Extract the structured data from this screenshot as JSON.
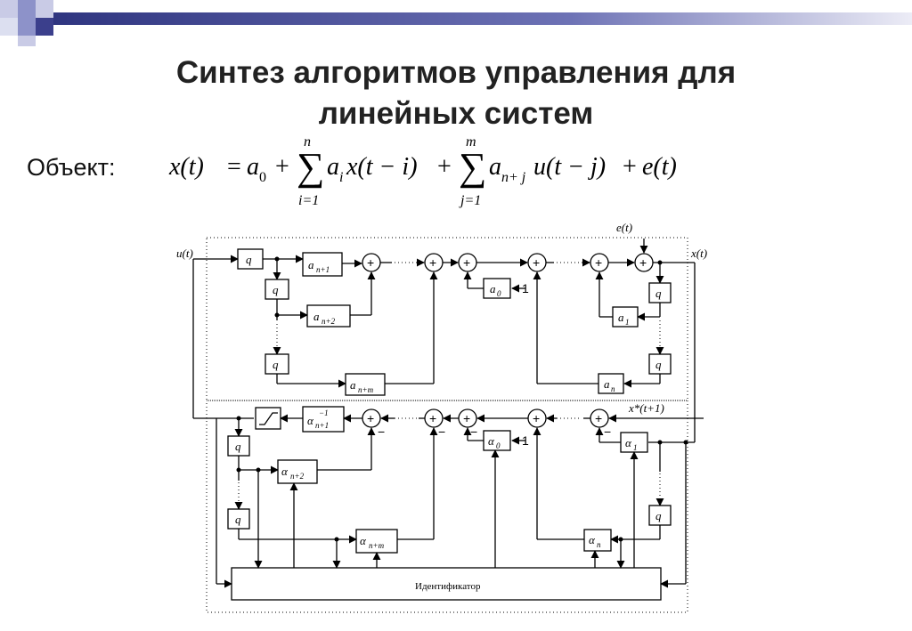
{
  "title_line1": "Синтез алгоритмов управления для",
  "title_line2": "линейных систем",
  "object_label": "Объект:",
  "formula": {
    "lhs": "x(t)",
    "eq": "=",
    "a0": "a",
    "a0_sub": "0",
    "plus1": "+",
    "sum1_top": "n",
    "sum1_bot": "i=1",
    "term1_coef": "a",
    "term1_sub": "i",
    "term1_rest": "x(t − i)",
    "plus2": "+",
    "sum2_top": "m",
    "sum2_bot": "j=1",
    "term2_coef": "a",
    "term2_sub": "n+ j",
    "term2_rest": "u(t − j)",
    "plus3": "+",
    "term3": "e(t)"
  },
  "diagram": {
    "input_label": "u(t)",
    "output_label": "x(t)",
    "noise_label": "e(t)",
    "ref_label": "x*(t+1)",
    "q_label": "q",
    "plus_label": "+",
    "minus_label": "−",
    "one_label": "1",
    "top_blocks": [
      "a",
      "a",
      "a",
      "a",
      "a",
      "a"
    ],
    "top_block_subs": [
      "n+1",
      "n+2",
      "n+m",
      "0",
      "1",
      "n"
    ],
    "bottom_blocks": [
      "α",
      "α",
      "α",
      "α",
      "α",
      "α"
    ],
    "bottom_block_subs": [
      "n+1",
      "n+2",
      "n+m",
      "0",
      "1",
      "n"
    ],
    "inverse_sup": "−1",
    "identifier_label": "Идентификатор"
  }
}
